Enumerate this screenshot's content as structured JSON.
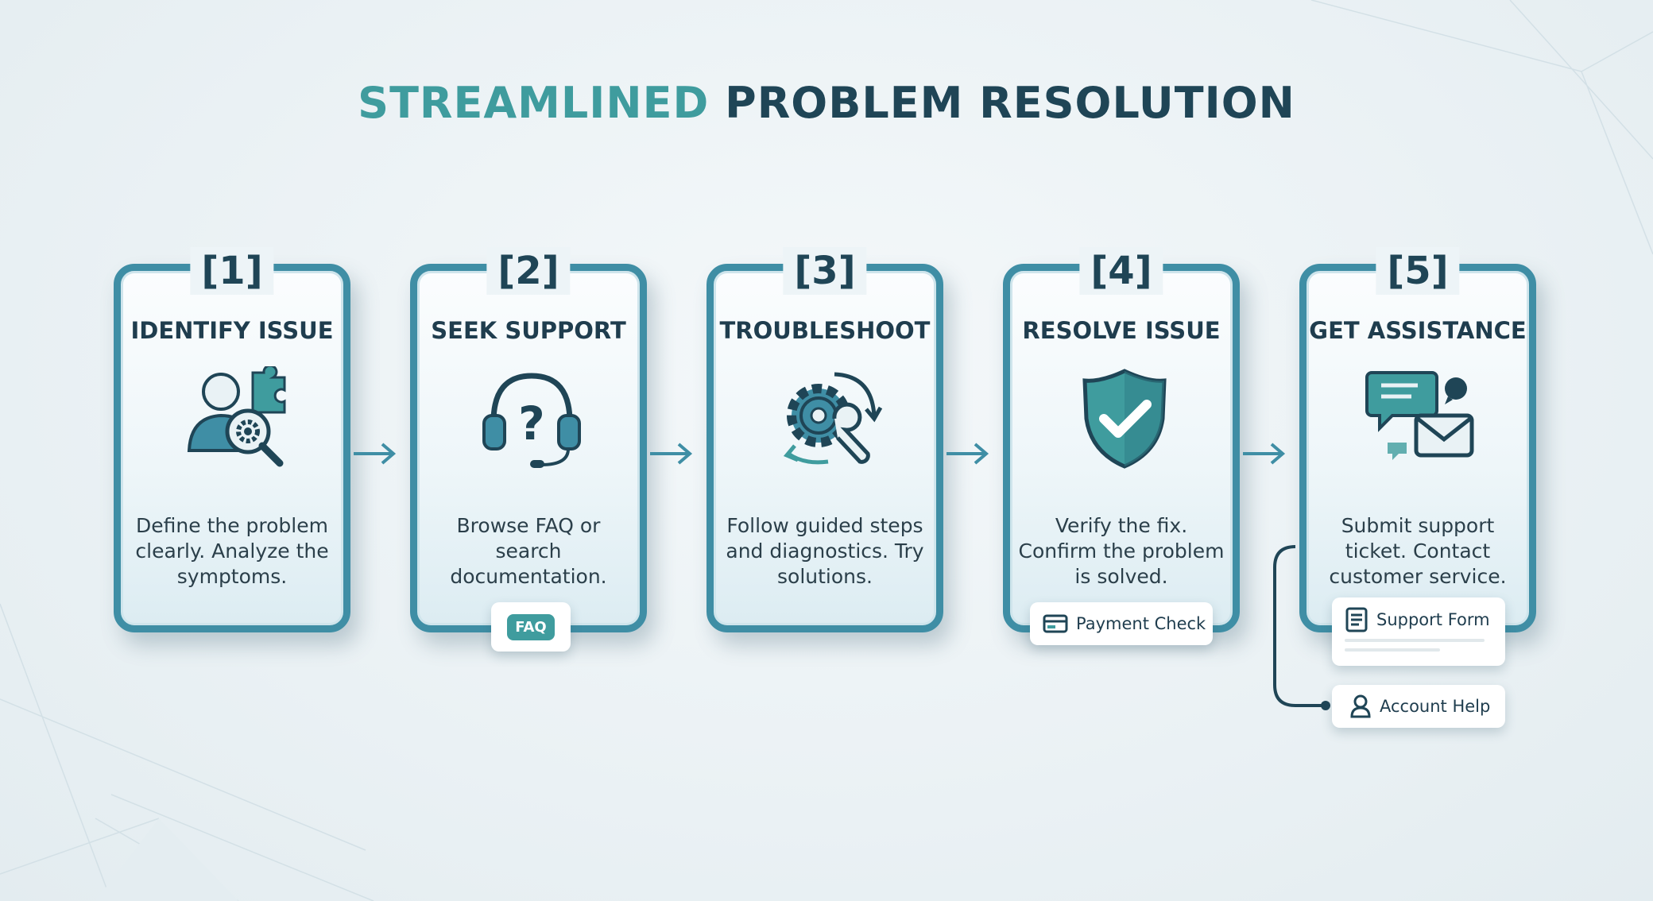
{
  "title": {
    "accent": "STREAMLINED",
    "main": "PROBLEM RESOLUTION"
  },
  "colors": {
    "accent": "#3f9c9e",
    "dark": "#1f4556",
    "border": "#3f8ea5"
  },
  "steps": [
    {
      "number": "[1]",
      "title": "IDENTIFY ISSUE",
      "desc": "Define the problem clearly. Analyze the symptoms.",
      "icon": "user-gear-magnifier-icon"
    },
    {
      "number": "[2]",
      "title": "SEEK SUPPORT",
      "desc": "Browse FAQ or search documentation.",
      "icon": "headset-question-icon"
    },
    {
      "number": "[3]",
      "title": "TROUBLESHOOT",
      "desc": "Follow guided steps and diagnostics. Try solutions.",
      "icon": "gear-wrench-cycle-icon"
    },
    {
      "number": "[4]",
      "title": "RESOLVE ISSUE",
      "desc": "Verify the fix. Confirm the problem is solved.",
      "icon": "shield-check-icon"
    },
    {
      "number": "[5]",
      "title": "GET ASSISTANCE",
      "desc": "Submit support ticket. Contact customer service.",
      "icon": "chat-envelope-icon"
    }
  ],
  "chips": {
    "faq": "FAQ",
    "payment": "Payment Check",
    "support_form": "Support Form",
    "account_help": "Account Help"
  }
}
